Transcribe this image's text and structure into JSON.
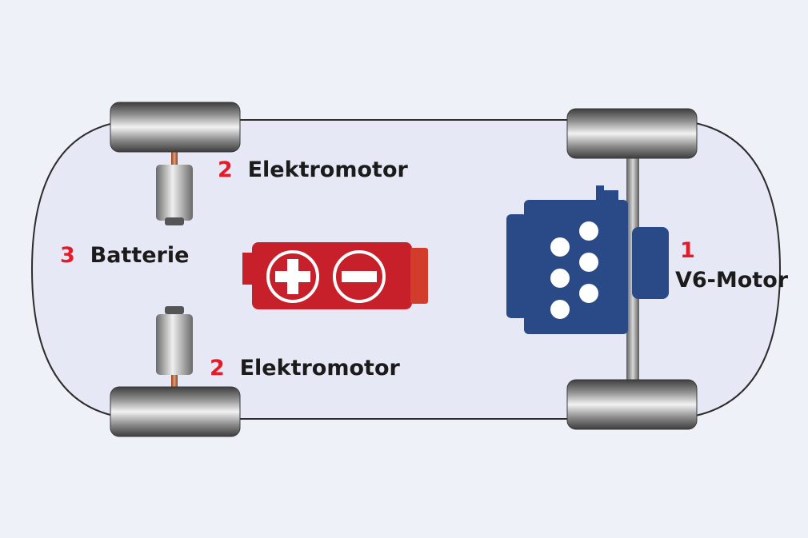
{
  "labels": {
    "motor_number": "1",
    "motor_name": "V6-Motor",
    "emotor_number": "2",
    "emotor_name": "Elektromotor",
    "battery_number": "3",
    "battery_name": "Batterie"
  },
  "colors": {
    "background": "#eff1f8",
    "body_fill": "#e6e8f5",
    "number_red": "#e41c2a",
    "battery_red": "#c8202a",
    "engine_blue": "#2a4a87"
  },
  "icons": [
    "plus-icon",
    "minus-icon"
  ]
}
